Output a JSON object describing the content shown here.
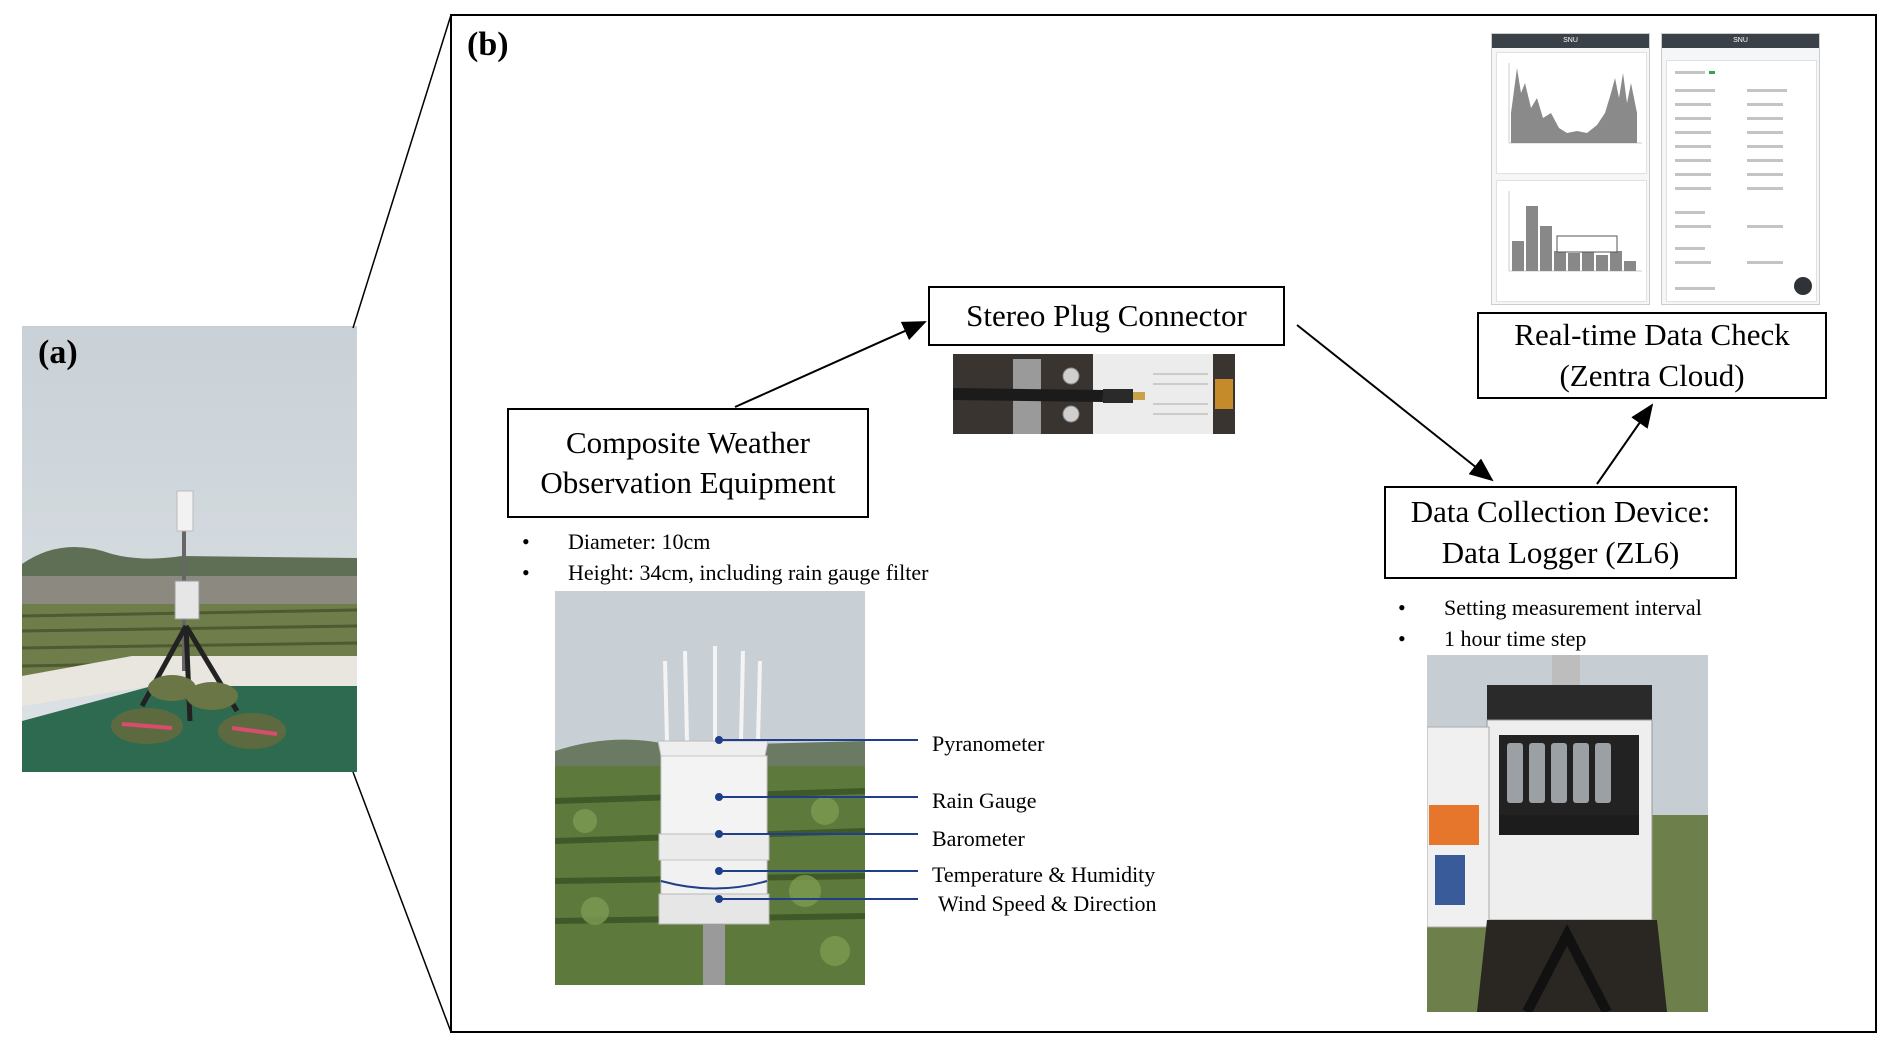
{
  "panel_a": {
    "label": "(a)"
  },
  "panel_b": {
    "label": "(b)"
  },
  "composite_box": {
    "line1": "Composite Weather",
    "line2": "Observation Equipment"
  },
  "composite_specs": [
    "Diameter:  10cm",
    "Height:  34cm,  including  rain  gauge  filter"
  ],
  "sensors": [
    "Pyranometer",
    "Rain  Gauge",
    "Barometer",
    "Temperature  &  Humidity",
    "Wind  Speed & Direction"
  ],
  "connector_box": {
    "label": "Stereo Plug Connector"
  },
  "logger_box": {
    "line1": "Data Collection Device:",
    "line2": "Data Logger (ZL6)"
  },
  "logger_specs": [
    "Setting  measurement  interval",
    "1  hour  time  step"
  ],
  "cloud_box": {
    "line1": "Real-time Data Check",
    "line2": "(Zentra Cloud)"
  },
  "phone": {
    "app_title": "SNU"
  },
  "colors": {
    "sensor_line": "#1f3f8a",
    "sky": "#cfd6dc",
    "field": "#556b3a",
    "roof": "#2f6b52"
  }
}
